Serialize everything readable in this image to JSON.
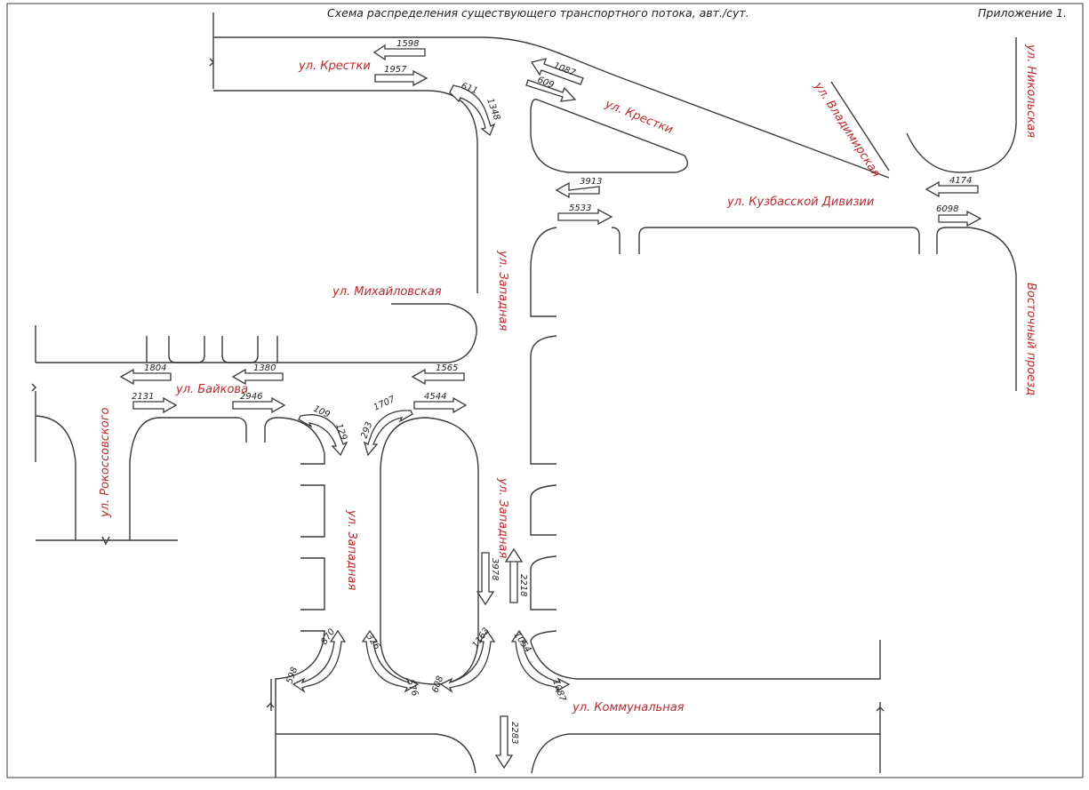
{
  "header": {
    "title": "Схема распределения существующего транспортного потока, авт./сут.",
    "appendix": "Приложение 1."
  },
  "streets": {
    "kreshki_west": "ул. Крестки",
    "kreshki_east": "ул. Крестки",
    "vladimirskaya": "ул. Владимирская",
    "nikolskaya": "ул. Никольская",
    "kuzbasskoy_divizii": "ул. Кузбасской Дивизии",
    "vostochny_proezd": "Восточный проезд",
    "mikhaylovskaya": "ул. Михайловская",
    "zapadnaya_north": "ул. Западная",
    "zapadnaya_mid": "ул. Западная",
    "zapadnaya_inner": "ул. Западная",
    "baykova": "ул. Байкова",
    "rokossovskogo": "ул. Рокоссовского",
    "kommunalnaya": "ул. Коммунальная"
  },
  "flows": {
    "f1598": "1598",
    "f1957": "1957",
    "f1087a": "1087",
    "f609a": "609",
    "f611": "611",
    "f1348": "1348",
    "f3913": "3913",
    "f5533": "5533",
    "f4174": "4174",
    "f6098": "6098",
    "f1804": "1804",
    "f2131": "2131",
    "f1380": "1380",
    "f2946": "2946",
    "f1565": "1565",
    "f4544": "4544",
    "f109": "109",
    "f129": "129",
    "f1707": "1707",
    "f293": "293",
    "f3978": "3978",
    "f2218": "2218",
    "f870": "870",
    "f598": "598",
    "f326": "326",
    "f576": "576",
    "f1163": "1163",
    "f608": "608",
    "f1054": "1054",
    "f1087b": "1087",
    "f2283": "2283"
  },
  "colors": {
    "street_label": "#c0282d",
    "line": "#3a3a3a"
  }
}
